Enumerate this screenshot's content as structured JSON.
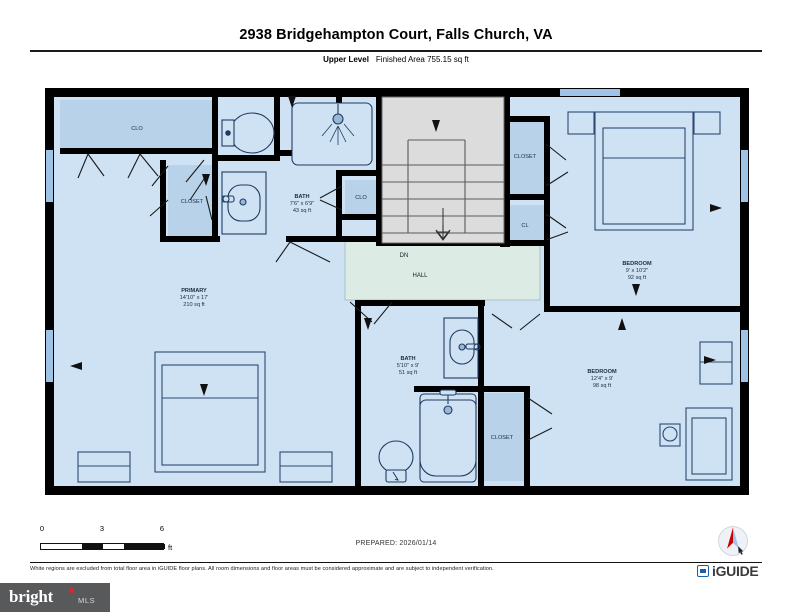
{
  "header": {
    "title": "2938 Bridgehampton Court, Falls Church, VA",
    "level_label": "Upper Level",
    "area_label": "Finished Area 755.15 sq ft"
  },
  "plan": {
    "rooms": [
      {
        "name": "PRIMARY",
        "dims": "14'10\" x 17'",
        "area": "210 sq ft"
      },
      {
        "name": "BATH",
        "dims": "7'6\" x 6'9\"",
        "area": "43 sq ft"
      },
      {
        "name": "BATH",
        "dims": "5'10\" x 9'",
        "area": "51 sq ft"
      },
      {
        "name": "BEDROOM",
        "dims": "9' x 10'2\"",
        "area": "92 sq ft"
      },
      {
        "name": "BEDROOM",
        "dims": "12'4\" x 9'",
        "area": "98 sq ft"
      }
    ],
    "closets": [
      {
        "label": "CLO"
      },
      {
        "label": "CLOSET"
      },
      {
        "label": "CLO"
      },
      {
        "label": "CLOSET"
      },
      {
        "label": "CL"
      },
      {
        "label": "CLOSET"
      }
    ],
    "circulation": {
      "hall_label": "HALL",
      "stair_direction": "DN"
    },
    "colors": {
      "room_fill": "#cfe2f3",
      "hall_fill": "#dcece4",
      "closet_fill": "#b9d2ea",
      "stair_fill": "#dcdcdc",
      "wall": "#000000",
      "excluded_fill": "#ffffff"
    }
  },
  "footer": {
    "scale": {
      "ticks": [
        "0",
        "3",
        "6"
      ],
      "unit": "ft"
    },
    "prepared": "PREPARED: 2026/01/14",
    "disclaimer": "White regions are excluded from total floor area in iGUIDE floor plans. All room dimensions and floor areas must be considered approximate and are subject to independent verification.",
    "iguide_logo": "iGUIDE",
    "brand_logo": {
      "word": "bright",
      "suffix": "MLS"
    }
  }
}
